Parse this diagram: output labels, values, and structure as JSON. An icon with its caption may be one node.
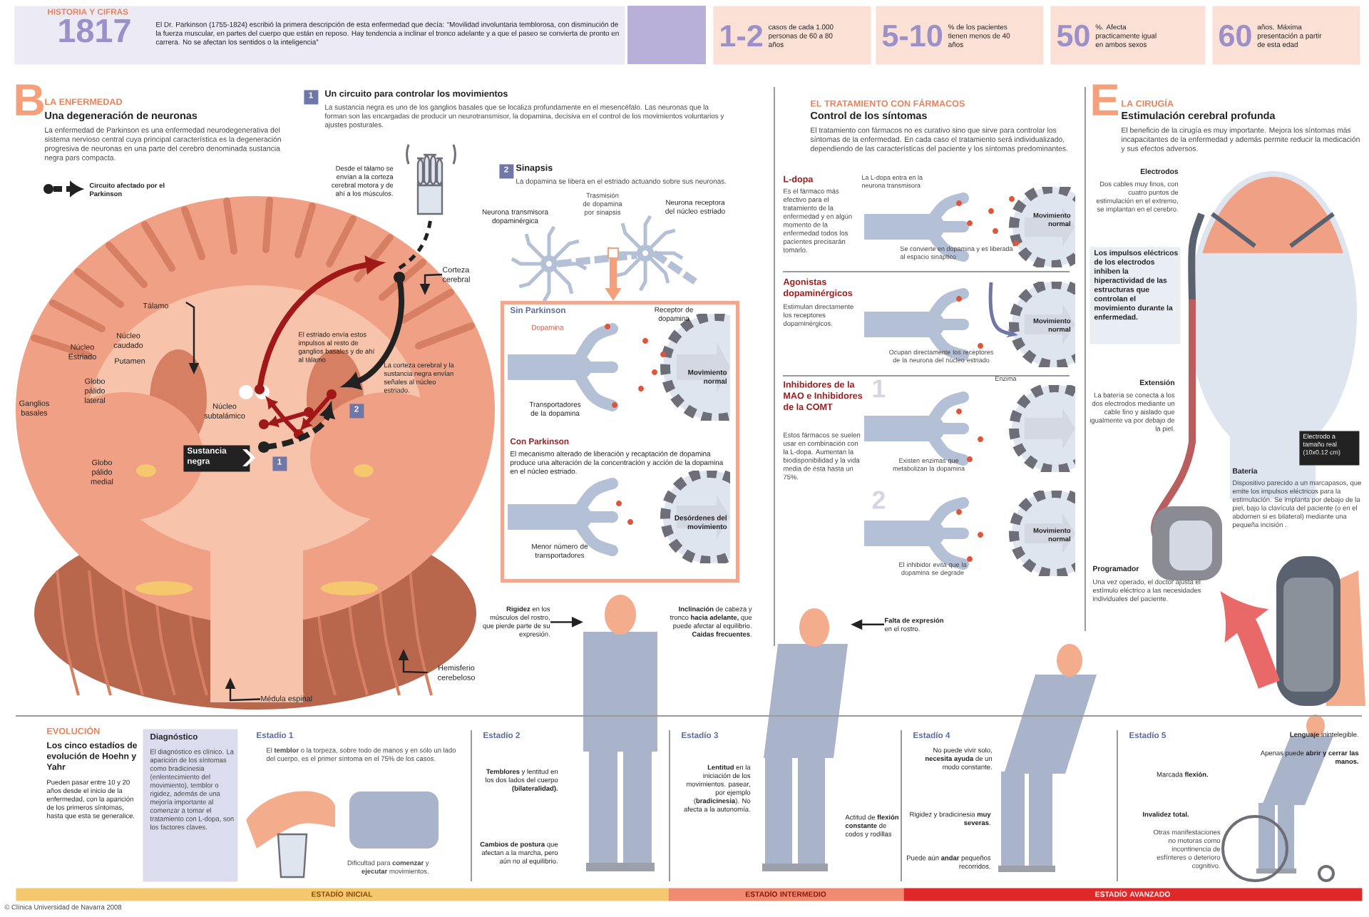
{
  "diagram": {
    "nodes": [
      {
        "text": [
          "HISTORIA Y CIFRAS",
          "1817",
          "El Dr. Parkinson (1755-1824) escribió la primera descripción de esta enfermedad que decía: “Movilidad involuntaria temblorosa, con disminución de la fuerza muscular, en partes del cuerpo que están en reposo. Hay tendencia a inclinar el tronco adelante y a que el paseo se convierta de pronto en carrera. No se afectan los sentidos o la inteligencia”"
        ]
      },
      {
        "text": [
          "1-2",
          "casos de cada 1.000 personas de 60 a 80 años"
        ]
      },
      {
        "text": [
          "5-10",
          "% de los pacientes tienen menos de 40 años"
        ]
      },
      {
        "text": [
          "50",
          "%. Afecta practicamente igual en ambos sexos"
        ]
      },
      {
        "text": [
          "60",
          "años. Máxima presentación a partir de esta edad"
        ]
      },
      {
        "text": [
          "1"
        ],
        "beside": [
          "Un circuito para controlar los movimientos",
          "La sustancia negra es uno de los ganglios basales que se localiza profundamente en el mesencéfalo. Las neuronas que la forman son las encargadas de producir un neurotransmisor, la dopamina, decisiva en el control de los movimientos voluntarios y ajustes posturales."
        ]
      },
      {
        "text": [
          "2"
        ],
        "beside": [
          "Sinapsis",
          "La dopamina se libera en el estriado actuando sobre sus neuronas."
        ]
      },
      {
        "text": [
          "Sustancia negra"
        ]
      },
      {
        "text": [
          "1"
        ]
      },
      {
        "text": [
          "2"
        ]
      },
      {
        "text": [
          "Sin Parkinson",
          "Dopamina",
          "Receptor de dopamina",
          "Movimiento normal",
          "Transportadores de la dopamina",
          "Con Parkinson",
          "El mecanismo alterado de liberación y recaptación de dopamina produce una alteración de la concentración y acción de la dopamina en el núcleo estriado.",
          "Menor número de transportadores",
          "Desórdenes del movimiento"
        ]
      },
      {
        "text": [
          "Los impulsos eléctricos de los electrodos inhiben la hiperactividad de las estructuras que controlan el movimiento durante la enfermedad."
        ]
      },
      {
        "text": [
          "Electrodo a tamaño real (10x0.12 cm)"
        ]
      },
      {
        "text": [
          "Diagnóstico",
          "El diagnóstico es clínico. La aparición de los síntomas como bradicinesia (enlentecimiento del movimiento), temblor o rigidez, además de una mejoría importante al comenzar a tomar el tratamiento con L-dopa, son los factores claves."
        ]
      },
      {
        "text": [
          "ESTADÍO INICIAL"
        ]
      },
      {
        "text": [
          "ESTADÍO INTERMEDIO"
        ]
      },
      {
        "text": [
          "ESTADÍO AVANZADO"
        ]
      },
      {
        "text": [
          "Corteza cerebral"
        ]
      },
      {
        "text": [
          "Tálamo"
        ]
      },
      {
        "text": [
          "Hemisferio cerebeloso"
        ]
      },
      {
        "text": [
          "Médula espinal"
        ]
      },
      {
        "text": [
          "**Rigidez** en los músculos del rostro, que pierde parte de su expresión."
        ]
      },
      {
        "text": [
          "**Falta de expresión** en el rostro."
        ]
      },
      {
        "text": [],
        "shape": "box"
      },
      {
        "text": [],
        "shape": "person"
      },
      {
        "text": [],
        "shape": "person"
      },
      {
        "text": [],
        "shape": "person"
      },
      {
        "text": [],
        "shape": "person"
      }
    ],
    "edges": [
      {
        "from": 23,
        "to": 10,
        "arrow": "to",
        "style": "thick",
        "color": "#f4a07a"
      },
      {
        "from": 17,
        "to": null,
        "arrow": "to"
      },
      {
        "from": 18,
        "to": null,
        "arrow": "to"
      },
      {
        "from": 19,
        "to": null,
        "arrow": "to"
      },
      {
        "from": 20,
        "to": null,
        "arrow": "to"
      },
      {
        "from": 21,
        "to": 24,
        "arrow": "to"
      },
      {
        "from": 22,
        "to": 25,
        "arrow": "to"
      }
    ],
    "labels": [
      "B",
      "LA ENFERMEDAD",
      "Una degeneración de neuronas",
      "La enfermedad de Parkinson es una enfermedad neurodegenerativa del sistema nervioso central cuya principal característica es la degeneración progresiva de neuronas en una parte del cerebro denominada sustancia negra pars compacta.",
      "Desde el tálamo se envían a la corteza cerebral motora y de ahí a los músculos.",
      "Núcleo caudado",
      "Núcleo Estriado",
      "Putamen",
      "Globo pálido lateral",
      "El estriado envía estos impulsos al resto de ganglios basales y de ahí al tálamo",
      "La corteza cerebral y la sustancia negra envían señales al núcleo estriado.",
      "Ganglios basales",
      "Núcleo subtalámico",
      "Globo pálido medial",
      "Neurona transmisora dopaminérgica",
      "Trasmisión de dopamina por sinapsis",
      "Neurona receptora del núcleo estriado",
      "EL TRATAMIENTO CON FÁRMACOS",
      "Control de los síntomas",
      "El tratamiento con fármacos no es curativo sino que sirve para controlar los síntomas de la enfermedad. En cada caso el tratamiento será individualizado, dependiendo de las características del paciente y los síntomas predominantes.",
      "L-dopa",
      "Es el fármaco más efectivo para el tratamiento de la enfermedad y en algún momento de la enfermedad todos los pacientes precisarán tomarlo.",
      "La L-dopa entra en la neurona transmisora",
      "Movimiento normal",
      "Se convierte en dopamina y es liberada al espacio sináptico",
      "Agonistas dopaminérgicos",
      "Estimulan directamente los receptores dopaminérgicos.",
      "Movimiento normal",
      "Ocupan directamente los receptores de la neurona del núcleo estriado",
      "Inhibidores de la MAO e Inhibidores de la COMT",
      "Estos fármacos se suelen usar en combinación con la L-dopa. Aumentan la biodisponibilidad y la vida media de ésta hasta un 75%.",
      "1",
      "Enzima",
      "Existen enzimas que metabolizan la dopamina",
      "2",
      "Movimiento normal",
      "El inhibidor evita que la dopamina se degrade",
      "E",
      "LA CIRUGÍA",
      "Estimulación cerebral profunda",
      "El beneficio de la cirugía es muy importante. Mejora los síntomas más incapacitantes de la enfermedad y además permite reducir la medicación y sus efectos adversos.",
      "Electrodos",
      "Dos cables muy finos, con cuatro puntos de estimulación en el extremo, se implantan en el cerebro.",
      "Extensión",
      "La batería se conecta a los dos electrodos mediante un cable fino y aislado que igualmente va por debajo de la piel.",
      "Batería",
      "Dispositivo parecido a un marcapasos, que emite los impulsos eléctricos para la estimulación. Se implanta por debajo de la piel, bajo la clavícula del paciente (o en el abdomen si es bilateral) mediante una pequeña incisión .",
      "Programador",
      "Una vez operado, el doctor ajusta el estímulo eléctrico a las necesidades individuales del paciente.",
      "**Inclinación** de cabeza y tronco **hacia adelante,** que puede afectar al equilibrio. **Caidas frecuentes**.",
      "EVOLUCIÓN",
      "Los cinco estadíos de evolución de Hoehn y Yahr",
      "Pueden pasar entre 10 y 20 años desde el inicio de la enfermedad, con la aparición de los primeros síntomas, hasta que esta se generalice.",
      "Estadío 1",
      "El **temblor** o la torpeza, sobre todo de manos y en sólo un lado del cuerpo, es el primer síntoma en el 75% de los casos.",
      "Dificultad para **comenzar** y **ejecutar** movimientos.",
      "Estadío 2",
      "**Temblores** y lentitud en los dos lados del cuerpo **(bilateralidad).**",
      "**Cambios de postura** que afectan a la marcha, pero aún no al equilibrio.",
      "Estadío 3",
      "**Lentitud** en la iniciación de los movimientos. pasear, por ejemplo (**bradicinesia**). No afecta a la autonomía.",
      "Actitud de **flexión constante** de codos y rodillas",
      "Estadío 4",
      "No puede vivir solo, **necesita ayuda** de un modo constante.",
      "Rigidez y bradicinesia **muy severas**.",
      "Puede aún **andar** pequeños recorridos.",
      "Estadío 5",
      "**Lenguaje** inintelegible.",
      "Apenas puede **abrir y cerrar las manos.**",
      "Marcada **flexión.**",
      "**Invalidez total.**",
      "Otras manifestaciones no motoras como incontinencia de esfínteres o deterioro cognitivo.",
      "© Clínica Universidad de Navarra 2008"
    ],
    "legend": [
      {
        "text": "Circuito afectado por el Parkinson"
      }
    ]
  }
}
